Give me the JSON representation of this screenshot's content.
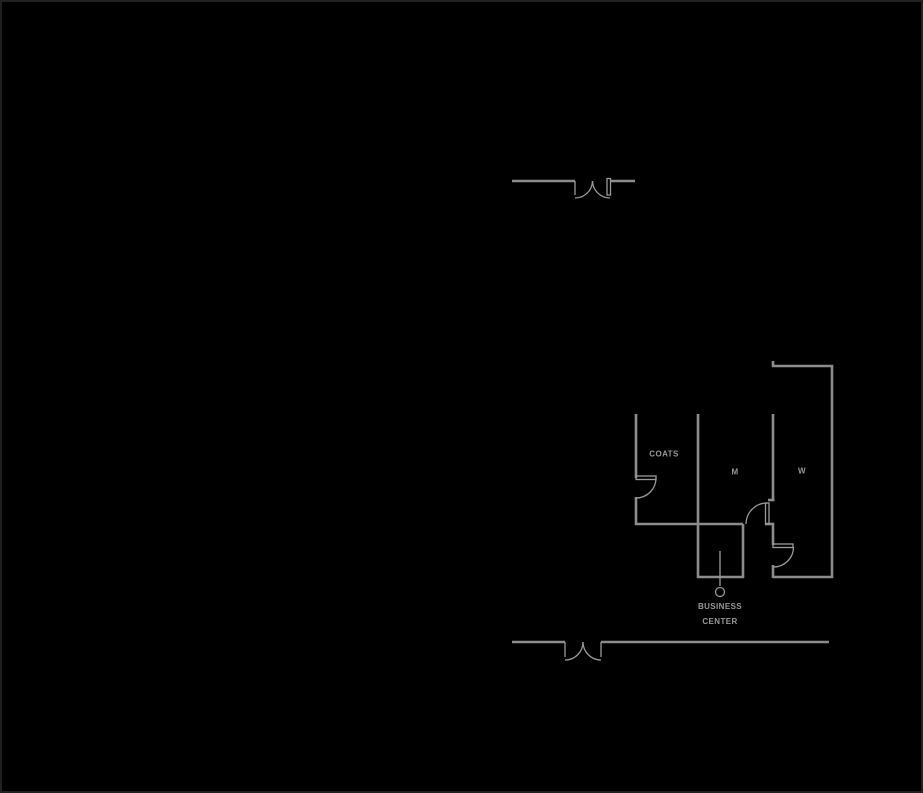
{
  "canvas": {
    "background": "#000000",
    "frame_color": "#212121",
    "wall_color": "#8c8c8c",
    "thin_line_color": "#9a9a9a",
    "text_color": "#989898"
  },
  "floor_plan": {
    "rooms": [
      {
        "id": "coats-closet",
        "label": "COATS"
      },
      {
        "id": "mens-restroom",
        "label": "M"
      },
      {
        "id": "womens-restroom",
        "label": "W"
      }
    ],
    "callout": {
      "line1": "BUSINESS",
      "line2": "CENTER"
    }
  }
}
